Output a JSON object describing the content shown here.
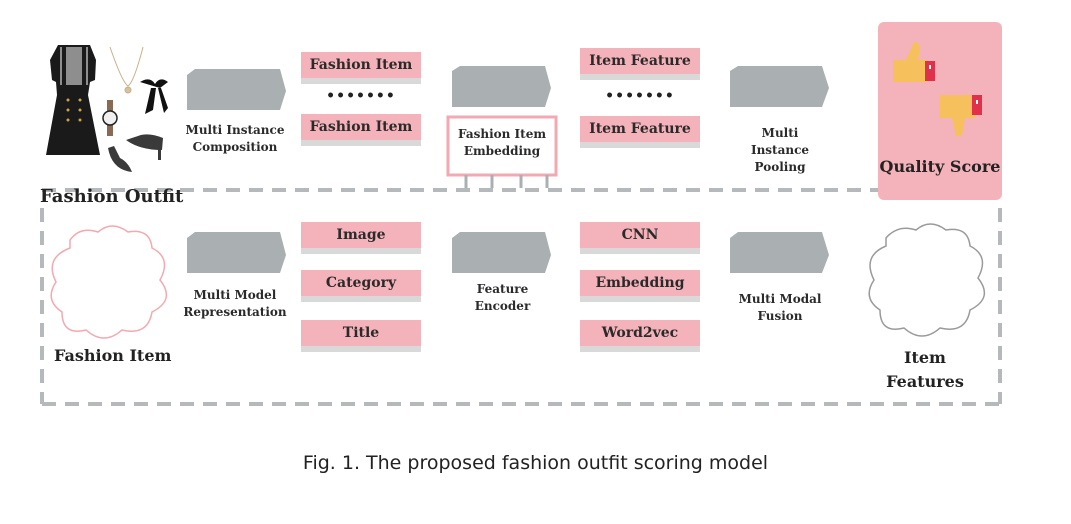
{
  "top_row": {
    "outfit_label": "Fashion Outfit",
    "step1_label": "Multi Instance Composition",
    "items": [
      "Fashion Item",
      "Fashion Item"
    ],
    "items_ellipsis": "•••••••",
    "embedding_label": "Fashion Item Embedding",
    "features": [
      "Item Feature",
      "Item Feature"
    ],
    "features_ellipsis": "•••••••",
    "pooling_label": "Multi Instance Pooling",
    "quality_label": "Quality Score"
  },
  "bottom_row": {
    "item_label": "Fashion Item",
    "step1_label": "Multi Model Representation",
    "representations": [
      "Image",
      "Category",
      "Title"
    ],
    "encoder_label": "Feature Encoder",
    "encodings": [
      "CNN",
      "Embedding",
      "Word2vec"
    ],
    "fusion_label": "Multi Modal Fusion",
    "output_label": "Item Features"
  },
  "caption": "Fig. 1.  The proposed fashion outfit scoring model",
  "colors": {
    "pink": "#f4b3ba",
    "quality_panel": "#f4b3ba",
    "arrow_gray": "#aab0b2",
    "dash_gray": "#b5b9bb",
    "thumb_yellow": "#f6c15c",
    "cuff_red": "#e0304a"
  },
  "icons": [
    "dress-icon",
    "necklace-icon",
    "watch-icon",
    "bow-icon",
    "heels-icon",
    "thumbs-up-icon",
    "thumbs-down-icon",
    "cloud-icon"
  ]
}
